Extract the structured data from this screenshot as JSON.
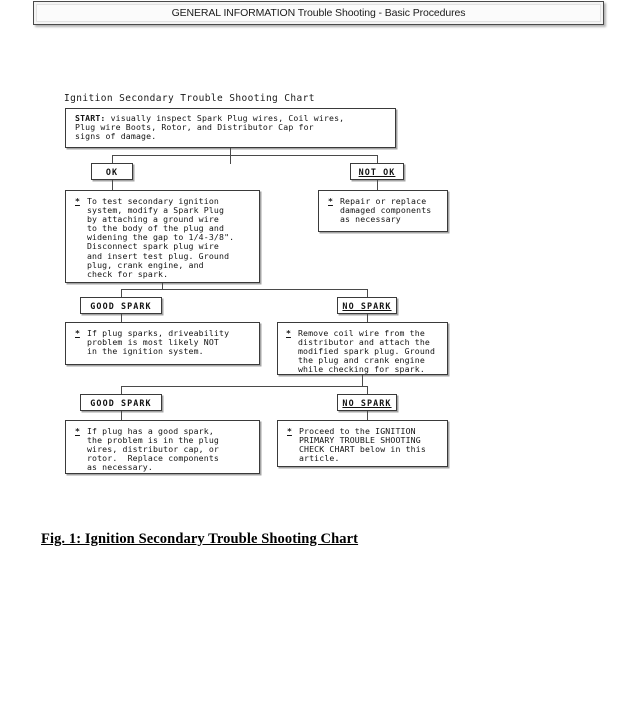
{
  "page": {
    "header_title": "GENERAL INFORMATION Trouble Shooting - Basic Procedures",
    "figure_caption": "Fig. 1: Ignition Secondary Trouble Shooting Chart"
  },
  "chart_data": {
    "type": "flowchart",
    "title": "Ignition Secondary Trouble Shooting Chart",
    "start": {
      "label": "START:",
      "text": "visually inspect Spark Plug wires, Coil wires,\nPlug wire Boots, Rotor, and Distributor Cap for\nsigns of damage."
    },
    "branch_labels": {
      "ok": "OK",
      "not_ok": "NOT OK",
      "good_spark_1": "GOOD SPARK",
      "no_spark_1": "NO SPARK",
      "good_spark_2": "GOOD SPARK",
      "no_spark_2": "NO SPARK"
    },
    "nodes": {
      "left_1": {
        "bullet": "*",
        "text": "To test secondary ignition\nsystem, modify a Spark Plug\nby attaching a ground wire\nto the body of the plug and\nwidening the gap to 1/4-3/8\".\nDisconnect spark plug wire\nand insert test plug. Ground\nplug, crank engine, and\ncheck for spark."
      },
      "right_1": {
        "bullet": "*",
        "text": "Repair or replace\ndamaged components\nas necessary"
      },
      "left_2": {
        "bullet": "*",
        "text": "If plug sparks, driveability\nproblem is most likely NOT\nin the ignition system."
      },
      "right_2": {
        "bullet": "*",
        "text": "Remove coil wire from the\ndistributor and attach the\nmodified spark plug. Ground\nthe plug and crank engine\nwhile checking for spark."
      },
      "left_3": {
        "bullet": "*",
        "text": "If plug has a good spark,\nthe problem is in the plug\nwires, distributor cap, or\nrotor.  Replace components\nas necessary."
      },
      "right_3": {
        "bullet": "*",
        "text": "Proceed to the IGNITION\nPRIMARY TROUBLE SHOOTING\nCHECK CHART below in this\narticle."
      }
    },
    "edges": [
      {
        "from": "start",
        "to": "ok"
      },
      {
        "from": "start",
        "to": "not_ok"
      },
      {
        "from": "ok",
        "to": "left_1"
      },
      {
        "from": "not_ok",
        "to": "right_1"
      },
      {
        "from": "left_1",
        "to": "good_spark_1"
      },
      {
        "from": "left_1",
        "to": "no_spark_1"
      },
      {
        "from": "good_spark_1",
        "to": "left_2"
      },
      {
        "from": "no_spark_1",
        "to": "right_2"
      },
      {
        "from": "right_2",
        "to": "good_spark_2"
      },
      {
        "from": "right_2",
        "to": "no_spark_2"
      },
      {
        "from": "good_spark_2",
        "to": "left_3"
      },
      {
        "from": "no_spark_2",
        "to": "right_3"
      }
    ],
    "colors": {
      "border": "#3a3a3a",
      "line": "#4a4a4a",
      "background": "#ffffff",
      "header_fill": "#f4f4f4"
    }
  }
}
